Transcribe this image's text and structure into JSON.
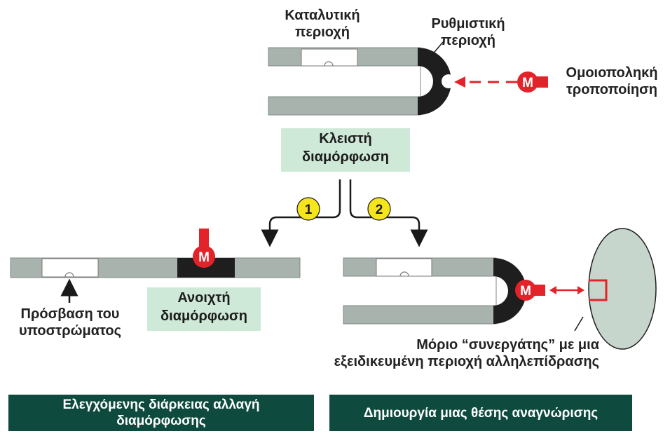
{
  "labels": {
    "catalytic_region": [
      "Καταλυτική",
      "περιοχή"
    ],
    "regulatory_region": [
      "Ρυθμιστική",
      "περιοχή"
    ],
    "covalent_modification": [
      "Ομοιοποληκή",
      "τροποποίηση"
    ],
    "closed_conformation": [
      "Κλειστή",
      "διαμόρφωση"
    ],
    "open_conformation": [
      "Ανοιχτή",
      "διαμόρφωση"
    ],
    "substrate_access": [
      "Πρόσβαση του",
      "υποστρώματος"
    ],
    "partner_molecule": [
      "Μόριο “συνεργάτης” με μια",
      "εξειδικευμένη περιοχή αλληλεπίδρασης"
    ]
  },
  "markers": {
    "modification_symbol": "M",
    "pathway_1": "1",
    "pathway_2": "2"
  },
  "footer": {
    "left": [
      "Ελεγχόμενης διάρκειας αλλαγή",
      "διαμόρφωσης"
    ],
    "right": [
      "Δημιουργία μιας θέσης αναγνώρισης"
    ]
  },
  "colors": {
    "protein_gray": "#a9b3ad",
    "regulatory_black": "#1e1e1e",
    "modification_red": "#e3232a",
    "label_green": "#cfe9d8",
    "footer_green": "#0e4a3d",
    "badge_yellow": "#f6e51c",
    "partner_fill": "#c7d6cc"
  }
}
